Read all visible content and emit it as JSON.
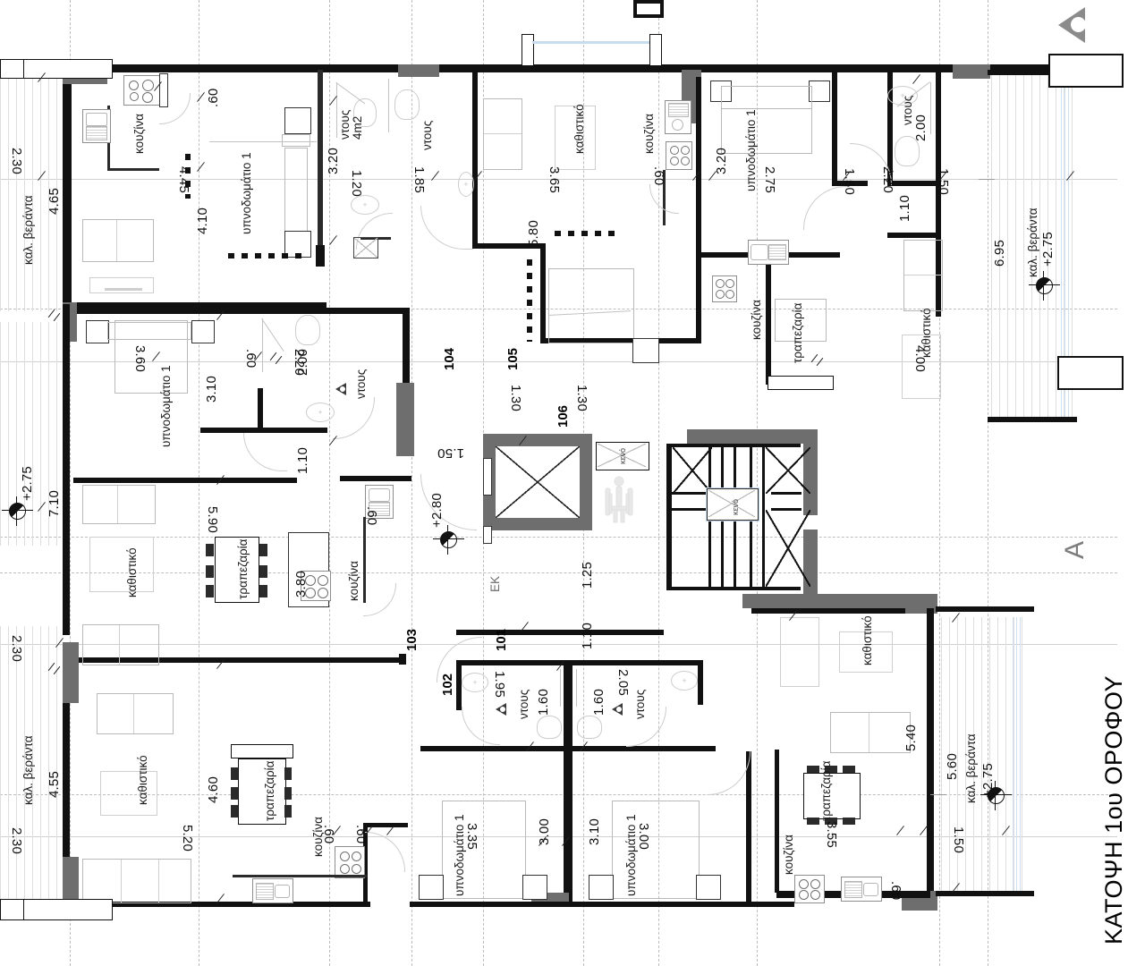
{
  "sheet": {
    "title": "ΚΑΤΟΨΗ 1ου ΟΡΟΦΟΥ",
    "section_letter": "A"
  },
  "rooms": {
    "kitchen": "κουζίνα",
    "bedroom1": "υπνοδωμάτιο 1",
    "living": "καθιστικό",
    "dining": "τραπεζαρία",
    "shower": "ντους",
    "shower_4m2": "ντους\n4m2",
    "balcony": "καλ. βεράντα",
    "void": "κενό",
    "ek": "ΕΚ"
  },
  "unit_numbers": [
    "101",
    "102",
    "103",
    "104",
    "105",
    "106"
  ],
  "levels": {
    "l1": "+2.75",
    "l2": "+2.80",
    "l3": "+2.75",
    "l4": "+2.75",
    "l5": "+2.75"
  },
  "labels": {
    "apt_tl": {
      "kitchen": "κουζίνα",
      "bedroom": "υπνοδωμάτιο 1",
      "d_060": ".60",
      "d_320": "3.20",
      "d_445": "4.45",
      "d_410": "4.10",
      "d_465": "4.65",
      "d_230": "2.30",
      "balcony": "καλ. βεράντα",
      "bath": "ντους",
      "bath_area": "4m2",
      "d_120": "1.20"
    },
    "apt_tc": {
      "shower": "ντους",
      "d_185": "1.85",
      "living": "καθιστικό",
      "d_365": "3.65",
      "d_580": "5.80",
      "kitchen": "κουζίνα",
      "d_060": ".60"
    },
    "apt_tr": {
      "d_320": "3.20",
      "bedroom": "υπνοδωμάτιο 1",
      "d_275": "2.75",
      "d_150a": "1.50",
      "shower": "ντους",
      "d_200": "2.00",
      "d_220": "2.20",
      "d_110": "1.10",
      "d_150b": "1.50",
      "kitchen": "κουζίνα",
      "dining": "τραπεζαρία",
      "living": "καθιστικό",
      "d_400": "4.00",
      "d_695": "6.95",
      "balcony": "καλ. βεράντα",
      "level": "+2.75"
    },
    "apt_ml": {
      "bedroom": "υπνοδωμάτιο 1",
      "d_360": "3.60",
      "d_310": "3.10",
      "d_060": ".60",
      "d_200": "2.00",
      "d_220": "2.20",
      "shower": "ντους",
      "d_110": "1.10",
      "living": "καθιστικό",
      "dining": "τραπεζαρία",
      "d_590": "5.90",
      "d_380": "3.80",
      "kitchen": "κουζίνα",
      "d_060b": ".60",
      "d_275": "+2.75",
      "d_710": "7.10"
    },
    "core": {
      "d_130a": "1.30",
      "d_130b": "1.30",
      "d_150": "1.50",
      "d_280": "+2.80",
      "d_125": "1.25",
      "d_110": "1.10",
      "ek": "ΕΚ",
      "void_small": "κενό",
      "void_stair": "κενό"
    },
    "apt_bl": {
      "living": "καθιστικό",
      "dining": "τραπεζαρία",
      "d_460": "4.60",
      "d_520": "5.20",
      "kitchen": "κουζίνα",
      "d_060a": ".60",
      "d_060b": ".60",
      "d_230a": "2.30",
      "d_455": "4.55",
      "d_230b": "2.30",
      "balcony": "καλ. βεράντα"
    },
    "apt_bc": {
      "shower_l": "ντους",
      "d_195": "1.95",
      "d_160a": "1.60",
      "shower_r": "ντους",
      "d_205": "2.05",
      "d_160b": "1.60",
      "bedroom_l": "υπνοδωμάτιο 1",
      "d_335": "3.35",
      "d_300a": "3.00",
      "d_310": "3.10",
      "bedroom_r": "υπνοδωμάτιο 1",
      "d_300b": "3.00"
    },
    "apt_br": {
      "living": "καθιστικό",
      "d_540": "5.40",
      "d_560": "5.60",
      "balcony": "καλ. βεράντα",
      "level": "+2.75",
      "d_150": "1.50",
      "dining": "τραπεζαρία",
      "d_355": "3.55",
      "kitchen": "κουζίνα",
      "d_060a": ".60",
      "d_060b": ".60"
    }
  },
  "colors": {
    "wall": "#111111",
    "wall_grey": "#6e6e6e",
    "furniture": "#b9b9b9",
    "grid": "#bdbdbd",
    "accent_blue": "#c9dced"
  }
}
